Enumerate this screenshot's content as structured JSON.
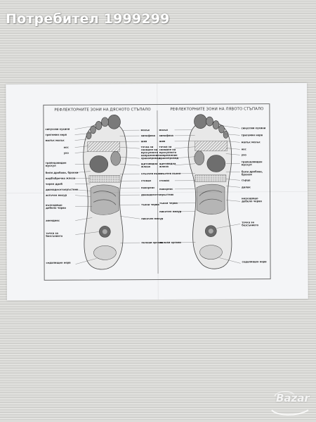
{
  "header": {
    "watermark": "Потребител 1999299"
  },
  "document": {
    "right_panel_title": "РЕФЛЕКТОРНИТЕ ЗОНИ НА ДЯСНОТО СТЪПАЛО",
    "left_panel_title": "РЕФЛЕКТОРНИТЕ ЗОНИ НА ЛЯВОТО СТЪПАЛО",
    "right_outer_labels": [
      "синусови кухини",
      "тригемин нерв",
      "малък мозък",
      "нос",
      "ухо",
      "трапецовиден мускул",
      "бели дробове, бронхи",
      "надбъбречна жлеза",
      "черен дроб",
      "дванадесетопръстник",
      "жлъчен мехур",
      "възходящо дебело черво",
      "апендикс",
      "точка за безсънието",
      "седалищен нерв"
    ],
    "right_inner_labels": [
      "мозък",
      "хипофиза",
      "шия",
      "точка за снемане на мускулното напрежение",
      "хранопровод",
      "щитовидна жлеза",
      "слънчев възел",
      "стомах",
      "панкреас",
      "дванадесетопръстник",
      "тънки черва",
      "пикочен мехур",
      "полови органи"
    ],
    "left_inner_labels": [
      "мозък",
      "хипофиза",
      "шия",
      "точка за снемане на мускулното напрежение",
      "хранопровод",
      "щитовидна жлеза",
      "слънчев възел",
      "стомах",
      "панкреас",
      "тънки черва",
      "пикочен мехур",
      "полови органи"
    ],
    "left_outer_labels": [
      "синусови кухини",
      "тригемин нерв",
      "малък мозък",
      "нос",
      "ухо",
      "трапецовиден мускул",
      "бели дробове, бронхи",
      "сърце",
      "далак",
      "низходящо дебело черво",
      "точка за безсънието",
      "седалищен нерв"
    ]
  },
  "watermark_logo": {
    "text": "Bazar"
  },
  "colors": {
    "background": "#d9d9d6",
    "sheet": "#f4f5f7",
    "ink": "#222222"
  }
}
